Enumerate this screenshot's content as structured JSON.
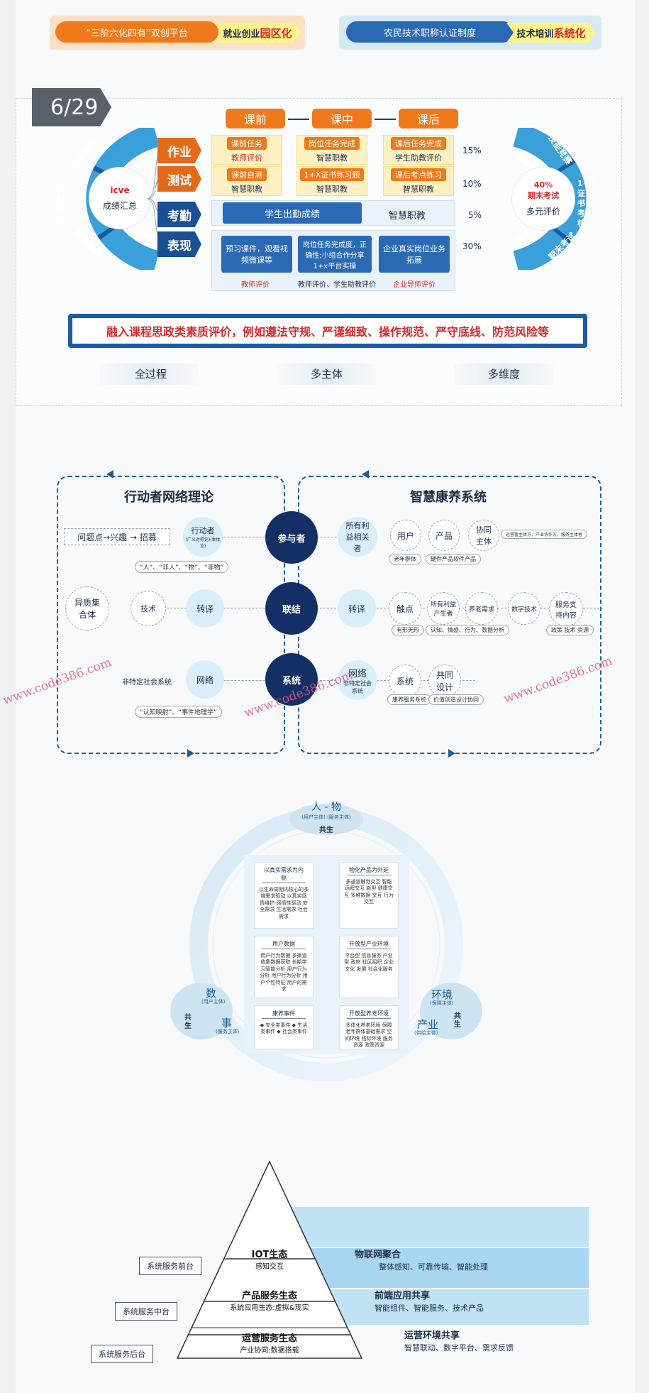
{
  "banner": {
    "left_pill": "“三阶六化四有”双创平台",
    "left_tag_a": "就业创业",
    "left_tag_b": "园区化",
    "right_pill": "农民技术职称认证制度",
    "right_tag_a": "技术培训",
    "right_tag_b": "系统化"
  },
  "sec1": {
    "page_indicator": "6/29",
    "phases": [
      "课前",
      "课中",
      "课后"
    ],
    "left_arc": [
      "理论应用",
      "实践技能",
      "职业素养"
    ],
    "center_logo": "icve",
    "center_label": "成绩汇总",
    "categories": [
      "作业",
      "测试",
      "考勤",
      "表现"
    ],
    "row1": [
      {
        "tag": "课前任务",
        "sub": "教师评价"
      },
      {
        "tag": "岗位任务完成",
        "sub": "智慧职教"
      },
      {
        "tag": "课后任务完成",
        "sub": "学生助教评价"
      }
    ],
    "row2": [
      {
        "tag": "课前自测",
        "sub": "智慧职教"
      },
      {
        "tag": "1+X证书练习题",
        "sub": "智慧职教"
      },
      {
        "tag": "课后考点练习",
        "sub": "智慧职教"
      }
    ],
    "row3": {
      "box": "学生出勤成绩",
      "text": "智慧职教"
    },
    "row4": [
      {
        "box": "预习课件，观看视频微课等",
        "sub": "教师评价"
      },
      {
        "box": "岗位任务完成度，正确性;小组合作分享1+x平台实操",
        "sub": "教师评价、学生助教评价"
      },
      {
        "box": "企业真实岗位业务拓展",
        "sub": "企业导师评价"
      }
    ],
    "percents": [
      "15%",
      "10%",
      "5%",
      "30%"
    ],
    "final_exam_pct": "40%",
    "final_exam_label": "期末考试",
    "right_center": "多元评价",
    "right_arc": [
      "技能竞赛",
      "1+X证书考核",
      "期末考试"
    ],
    "ideology": "融入课程思政类素质评价，例如遵法守规、严谨细致、操作规范、严守底线、防范风险等",
    "bottom_tags": [
      "全过程",
      "多主体",
      "多维度"
    ]
  },
  "sec2": {
    "left_title": "行动者网络理论",
    "right_title": "智慧康养系统",
    "left_row1_box": "问题点→兴趣 → 招募",
    "left_row1_node": "行动者",
    "left_row1_node_sub": "(广义对称论)(本体论)",
    "left_row1_strip": "“人”、“非人”、“物”、“非物”",
    "left_row2": [
      "异质集合体",
      "技术",
      "转译"
    ],
    "left_row3": [
      "非特定社会系统",
      "网络"
    ],
    "left_row3_strip": "“认知映射”、“事件地理学”",
    "center": [
      "参与者",
      "联结",
      "系统"
    ],
    "right_row1": {
      "stake": "所有利益相关者",
      "user": "用户",
      "user_sub": "老年群体",
      "product": "产品",
      "product_sub": "硬件产品软件产品",
      "cobody": "协同主体",
      "cobody_sub": "运营管主体方，产业协作方，服务主体者"
    },
    "right_row2": {
      "translate": "转译",
      "touch": "触点",
      "touch_sub": "有形无形",
      "stake2": "所有利益产生者",
      "stake2_sub": "认知、情感、行为、数据分析",
      "elder": "养老需求",
      "tech": "数字技术",
      "service": "服务支持内容",
      "service_sub": "政策 技术 资源"
    },
    "right_row3": {
      "net": "网络",
      "net_sub": "非特定社会系统",
      "system": "系统",
      "system_sub": "康养服务系统",
      "design": "共同设计",
      "design_sub": "价值创造设计协同"
    },
    "watermarks": [
      "www.code386.com",
      "www.code386.com",
      "www.code386.com"
    ]
  },
  "sec3": {
    "top_title": "人 - 物",
    "top_sub": "(用户主体)   (服务主体)",
    "top_gongsheng": "共生",
    "left_big1": "数",
    "left_sub1": "(用户主体)",
    "left_big2": "事",
    "left_sub2": "(服务主体)",
    "left_gongsheng": "共生",
    "right_big1": "环境",
    "right_sub1": "(保障主体)",
    "right_big2": "产业",
    "right_sub2": "(供给主体)",
    "right_gongsheng": "共生",
    "cards_left": [
      {
        "title": "以真实需求为内驱",
        "body": "以生命周期内核心的多维需求驱动 以真实感情维护-感情性驱动 安全需求 生活需求 社会需求"
      },
      {
        "title": "用户数据",
        "body": "用户行为数据 多渠道收集数据获取 长期学习智能分析 用户行为分析 用户行为分析 用户个性特征 用户的需求"
      },
      {
        "title": "康养事件",
        "body": "◆ 安全类事件 ◆ 生活类事件 ◆ 社会类事件"
      }
    ],
    "cards_right": [
      {
        "title": "物化产品为外延",
        "body": "多通道触觉交互 智能 远程交互 新型 健康交互 多维数据 交互 行为交互"
      },
      {
        "title": "开放型产业环境",
        "body": "平台型 信息服务 产业型 政府 社区组织 企业 文化 发展 社会化服务"
      },
      {
        "title": "开放型养老环境",
        "body": "多体化养老环境 保障老年群体基础需求 空间环境 线际环境 服务资源 政策资源"
      }
    ]
  },
  "sec4": {
    "layers": [
      {
        "title": "IOT生态",
        "sub": "感知交互"
      },
      {
        "title": "产品服务生态",
        "sub": "系统应用生态:虚拟&现实"
      },
      {
        "title": "运营服务生态",
        "sub": "产业协同:数据搭载"
      }
    ],
    "tags": [
      "系统服务前台",
      "系统服务中台",
      "系统服务后台"
    ],
    "bands": [
      {
        "title": "物联网聚合",
        "sub": "整体感知、可靠传输、智能处理"
      },
      {
        "title": "前端应用共享",
        "sub": "智能组件、智能服务、技术产品"
      },
      {
        "title": "运营环境共享",
        "sub": "智慧联动、数字平台、需求反馈"
      }
    ]
  },
  "colors": {
    "orange": "#f07a1a",
    "navy": "#142f66",
    "blue": "#2a6ab5",
    "light_blue": "#bfe2f5",
    "red": "#d72a2a",
    "yellow": "#fff48a"
  }
}
